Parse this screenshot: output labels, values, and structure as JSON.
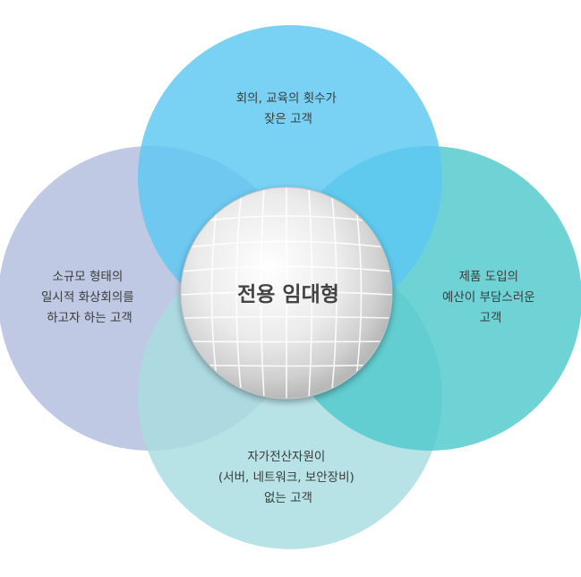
{
  "center": {
    "label": "전용 임대형"
  },
  "circles": {
    "top": {
      "lines": [
        "회의, 교육의 횟수가",
        "잦은 고객"
      ],
      "color": "#5bc8f2"
    },
    "left": {
      "lines": [
        "소규모 형태의",
        "일시적 화상회의를",
        "하고자 하는 고객"
      ],
      "color": "#b7c2e0"
    },
    "right": {
      "lines": [
        "제품 도입의",
        "예산이 부담스러운",
        "고객"
      ],
      "color": "#4fc9cc"
    },
    "bottom": {
      "lines": [
        "자가전산자원이",
        "(서버, 네트워크, 보안장비)",
        "없는 고객"
      ],
      "color": "#a8dde0"
    }
  }
}
